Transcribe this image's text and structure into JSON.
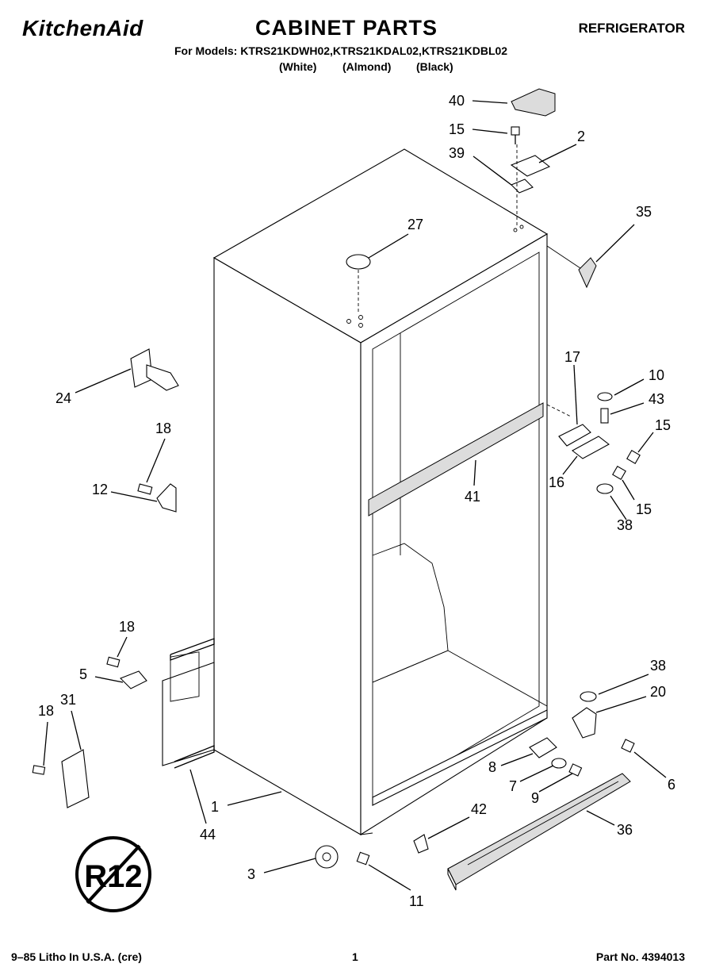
{
  "header": {
    "brand": "KitchenAid",
    "title": "CABINET PARTS",
    "category": "REFRIGERATOR",
    "models_line": "For Models: KTRS21KDWH02,KTRS21KDAL02,KTRS21KDBL02",
    "colors": [
      "(White)",
      "(Almond)",
      "(Black)"
    ]
  },
  "callouts": {
    "p40": "40",
    "p15a": "15",
    "p2": "2",
    "p39": "39",
    "p35": "35",
    "p27": "27",
    "p24": "24",
    "p18a": "18",
    "p12": "12",
    "p17": "17",
    "p10": "10",
    "p43": "43",
    "p15b": "15",
    "p16": "16",
    "p15c": "15",
    "p38a": "38",
    "p41": "41",
    "p18b": "18",
    "p5": "5",
    "p18c": "18",
    "p31": "31",
    "p38b": "38",
    "p20": "20",
    "p6": "6",
    "p8": "8",
    "p7": "7",
    "p9": "9",
    "p42": "42",
    "p36": "36",
    "p1": "1",
    "p44": "44",
    "p3": "3",
    "p11": "11"
  },
  "badge": "R12",
  "footer": {
    "litho": "9–85 Litho In U.S.A. (cre)",
    "page": "1",
    "part_no": "Part No. 4394013"
  }
}
